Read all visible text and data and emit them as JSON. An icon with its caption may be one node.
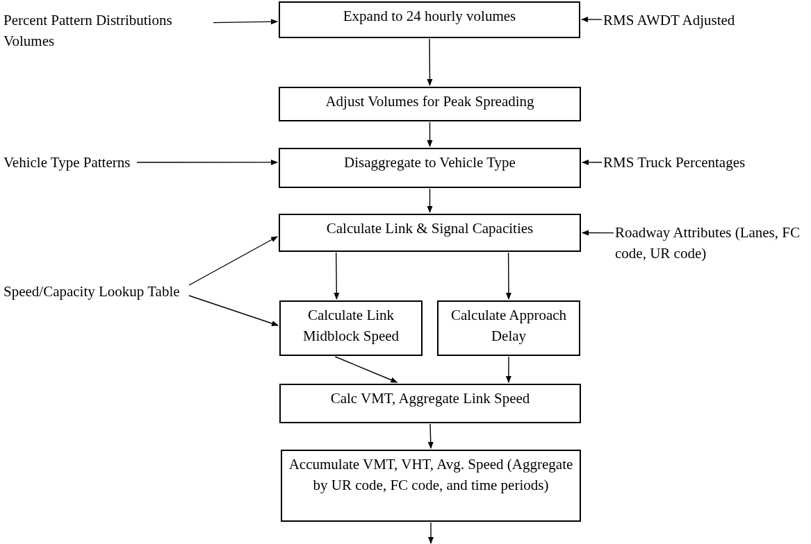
{
  "diagram": {
    "nodes": [
      {
        "text": [
          "Percent Pattern Distributions Volumes"
        ]
      },
      {
        "text": [
          "Expand to 24 hourly volumes"
        ]
      },
      {
        "text": [
          "RMS AWDT Adjusted"
        ]
      },
      {
        "text": [
          "Adjust Volumes for Peak Spreading"
        ]
      },
      {
        "text": [
          "Vehicle Type Patterns"
        ]
      },
      {
        "text": [
          "Disaggregate to Vehicle Type"
        ]
      },
      {
        "text": [
          "RMS Truck Percentages"
        ]
      },
      {
        "text": [
          "Calculate Link & Signal Capacities"
        ]
      },
      {
        "text": [
          "Roadway Attributes (Lanes, FC code, UR code)"
        ]
      },
      {
        "text": [
          "Speed/Capacity Lookup Table"
        ]
      },
      {
        "text": [
          "Calculate Link Midblock Speed"
        ]
      },
      {
        "text": [
          "Calculate Approach Delay"
        ]
      },
      {
        "text": [
          "Calc VMT, Aggregate Link Speed"
        ]
      },
      {
        "text": [
          "Accumulate VMT, VHT, Avg. Speed (Aggregate by UR code, FC code, and time periods)"
        ]
      }
    ],
    "edges": [
      {
        "from": 0,
        "to": 1,
        "arrow": "to"
      },
      {
        "from": 2,
        "to": 1,
        "arrow": "to"
      },
      {
        "from": 1,
        "to": 3,
        "arrow": "to"
      },
      {
        "from": 3,
        "to": 5,
        "arrow": "to"
      },
      {
        "from": 4,
        "to": 5,
        "arrow": "to"
      },
      {
        "from": 6,
        "to": 5,
        "arrow": "to"
      },
      {
        "from": 5,
        "to": 7,
        "arrow": "to"
      },
      {
        "from": 8,
        "to": 7,
        "arrow": "to"
      },
      {
        "from": 9,
        "to": 7,
        "arrow": "to"
      },
      {
        "from": 9,
        "to": 10,
        "arrow": "to"
      },
      {
        "from": 7,
        "to": 10,
        "arrow": "to"
      },
      {
        "from": 7,
        "to": 11,
        "arrow": "to"
      },
      {
        "from": 10,
        "to": 12,
        "arrow": "to"
      },
      {
        "from": 11,
        "to": 12,
        "arrow": "to"
      },
      {
        "from": 12,
        "to": 13,
        "arrow": "to"
      },
      {
        "from": 13,
        "to": null,
        "arrow": "to"
      }
    ]
  }
}
